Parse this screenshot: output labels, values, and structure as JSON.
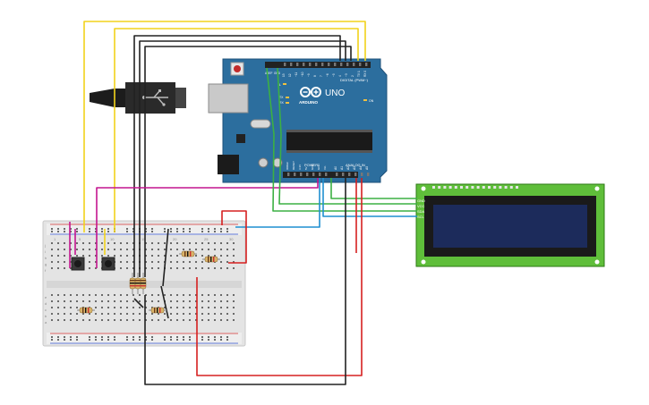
{
  "arduino": {
    "aref_label": "AREF",
    "gnd_label": "GND",
    "digital_numbers": [
      "13",
      "12",
      "~11",
      "~10",
      "~9",
      "8",
      "7",
      "~6",
      "~5",
      "4",
      "~3",
      "2",
      "TX 1",
      "RX 0"
    ],
    "digital_label": "DIGITAL (PWM~)",
    "model": "UNO",
    "brand": "ARDUINO",
    "l_label": "L",
    "tx_label": "TX",
    "rx_label": "RX",
    "on_label": "ON",
    "power_label": "POWER",
    "analog_label": "ANALOG IN",
    "power_pins": [
      "IOREF",
      "RESET",
      "3.3V",
      "5V",
      "GND",
      "GND",
      "Vin"
    ],
    "analog_pins": [
      "A0",
      "A1",
      "A2",
      "A3",
      "A4",
      "A5"
    ]
  },
  "lcd": {
    "pin_labels": [
      "GND",
      "VCC",
      "SDA",
      "SCL"
    ]
  },
  "breadboard": {
    "row_letters_top": [
      "j",
      "i",
      "h",
      "g",
      "f"
    ],
    "row_letters_bottom": [
      "e",
      "d",
      "c",
      "b",
      "a"
    ],
    "col_numbers": [
      "1",
      "5",
      "10",
      "15",
      "20",
      "25",
      "30"
    ]
  },
  "colors": {
    "board": "#2c6e9e",
    "lcd_pcb": "#5fbe3a",
    "lcd_screen": "#1c2b5b",
    "wire_yellow": "#f2d21b",
    "wire_black": "#222222",
    "wire_green": "#3cb043",
    "wire_blue": "#1f8fd1",
    "wire_red": "#d62020",
    "wire_magenta": "#c4158f"
  }
}
